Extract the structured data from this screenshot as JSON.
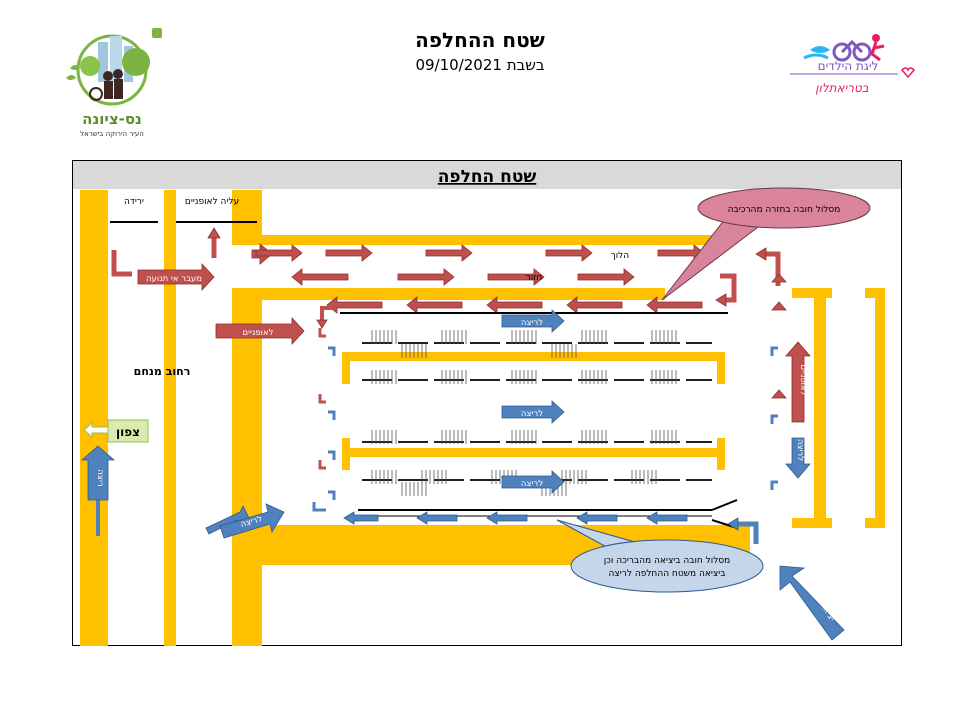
{
  "header": {
    "title": "שטח ההחלפה",
    "subtitle": "בשבת  09/10/2021"
  },
  "logos": {
    "left_name": "נס-ציונה",
    "left_tagline": "העיר הירוקה בישראל",
    "right_name": "ליגת הילדים",
    "right_sub": "בטריאתלון"
  },
  "diagram": {
    "banner": "שטח החלפה",
    "labels": {
      "descent": "ירידה",
      "bike_mount": "עליה לאופניים",
      "street": "רחוב מנחם",
      "north": "צפון",
      "going": "הלוך",
      "return": "חזור",
      "no_traffic": "מעבר אי תנועה",
      "to_bikes": "לאופניים",
      "to_run": "לריצה",
      "run": "ריצה",
      "pool_exit": "יציאה מהבריכה"
    },
    "callouts": {
      "bike_return": "מסלול חובה בחזרה מהרכיבה",
      "run_exit_1": "מסלול חובה ביציאה מהבריכה וכן",
      "run_exit_2": "ביציאה משטח ההחלפה לריצה"
    }
  },
  "colors": {
    "road": "#ffc000",
    "bike_arrow": "#c0504d",
    "run_arrow": "#4f81bd",
    "callout_pink": "#d9849b",
    "callout_blue": "#c5d5ea",
    "banner": "#d9d9d9",
    "north_bg": "#d8ecb0"
  }
}
